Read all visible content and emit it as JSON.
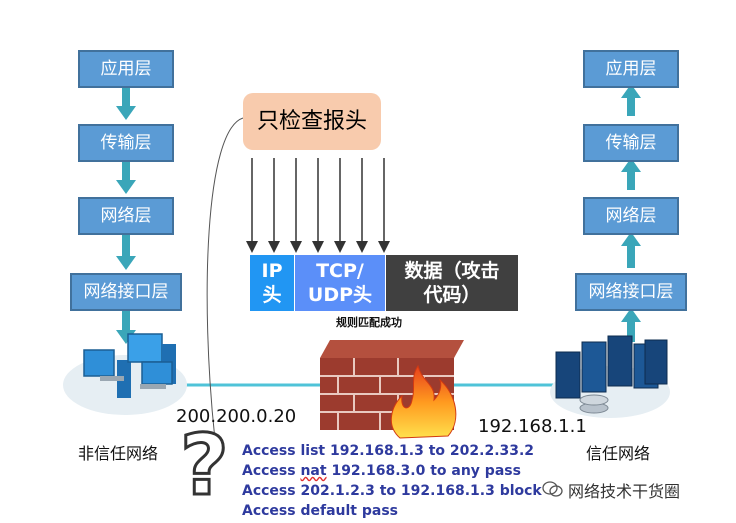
{
  "left_stack": {
    "app": "应用层",
    "transport": "传输层",
    "network": "网络层",
    "interface": "网络接口层"
  },
  "right_stack": {
    "app": "应用层",
    "transport": "传输层",
    "network": "网络层",
    "interface": "网络接口层"
  },
  "note": "只检查报头",
  "packet": {
    "ip_header": "IP\n头",
    "tcp_header": "TCP/\nUDP头",
    "data": "数据（攻击\n代码）",
    "caption": "规则匹配成功"
  },
  "left_ip": "200.200.0.20",
  "right_ip": "192.168.1.1",
  "left_zone": "非信任网络",
  "right_zone": "信任网络",
  "rules": [
    "Access list 192.168.1.3 to 202.2.33.2",
    "Access  nat 192.168.3.0 to any pass",
    "Access 202.1.2.3 to 192.168.1.3 block",
    "Access default  pass"
  ],
  "rule_squiggle_word": "nat",
  "question_mark": "?",
  "watermark": "网络技术干货圈",
  "colors": {
    "layer_fill": "#5b9bd5",
    "note_fill": "#f8cbad",
    "ip_header": "#2196f3",
    "tcp_header": "#5b8ff9",
    "data": "#404040",
    "rule_text": "#2e3a9e",
    "link_line": "#4fc3d8"
  }
}
